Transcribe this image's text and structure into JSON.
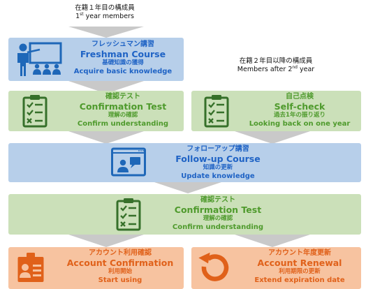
{
  "notes": {
    "first_year_jp": "在籍１年目の構成員",
    "first_year_en_pre": "1",
    "first_year_en_sup": "st",
    "first_year_en_post": " year members",
    "after_second_jp": "在籍２年目以降の構成員",
    "after_second_en_pre": "Members after 2",
    "after_second_en_sup": "nd",
    "after_second_en_post": " year"
  },
  "steps": {
    "freshman": {
      "title_jp": "フレッシュマン講習",
      "title_en": "Freshman Course",
      "sub_jp": "基礎知識の獲得",
      "sub_en": "Acquire basic knowledge",
      "icon": "teacher-presentation-icon"
    },
    "confirmation1": {
      "title_jp": "確認テスト",
      "title_en": "Confirmation Test",
      "sub_jp": "理解の確認",
      "sub_en": "Confirm understanding",
      "icon": "checklist-icon"
    },
    "selfcheck": {
      "title_jp": "自己点検",
      "title_en": "Self-check",
      "sub_jp": "過去1年の振り返り",
      "sub_en": "Looking back on one year",
      "icon": "checklist-icon"
    },
    "followup": {
      "title_jp": "フォローアップ講習",
      "title_en": "Follow-up Course",
      "sub_jp": "知識の更新",
      "sub_en": "Update knowledge",
      "icon": "video-lecture-icon"
    },
    "confirmation2": {
      "title_jp": "確認テスト",
      "title_en": "Confirmation Test",
      "sub_jp": "理解の確認",
      "sub_en": "Confirm understanding",
      "icon": "checklist-icon"
    },
    "account_confirm": {
      "title_jp": "アカウント利用確認",
      "title_en": "Account Confirmation",
      "sub_jp": "利用開始",
      "sub_en": "Start using",
      "icon": "id-card-icon"
    },
    "account_renew": {
      "title_jp": "アカウント年度更新",
      "title_en": "Account Renewal",
      "sub_jp": "利用期限の更新",
      "sub_en": "Extend expiration date",
      "icon": "renew-arrow-icon"
    }
  },
  "colors": {
    "blue_fill": "#b7cfea",
    "blue_text": "#1f63c5",
    "green_fill": "#cbe0b9",
    "green_text": "#4e9a2c",
    "orange_fill": "#f7c3a0",
    "orange_text": "#e0611a",
    "icon_blue": "#1e67b8",
    "icon_green": "#36702a",
    "icon_orange": "#e0611a",
    "arrow": "#c9c9c9"
  }
}
